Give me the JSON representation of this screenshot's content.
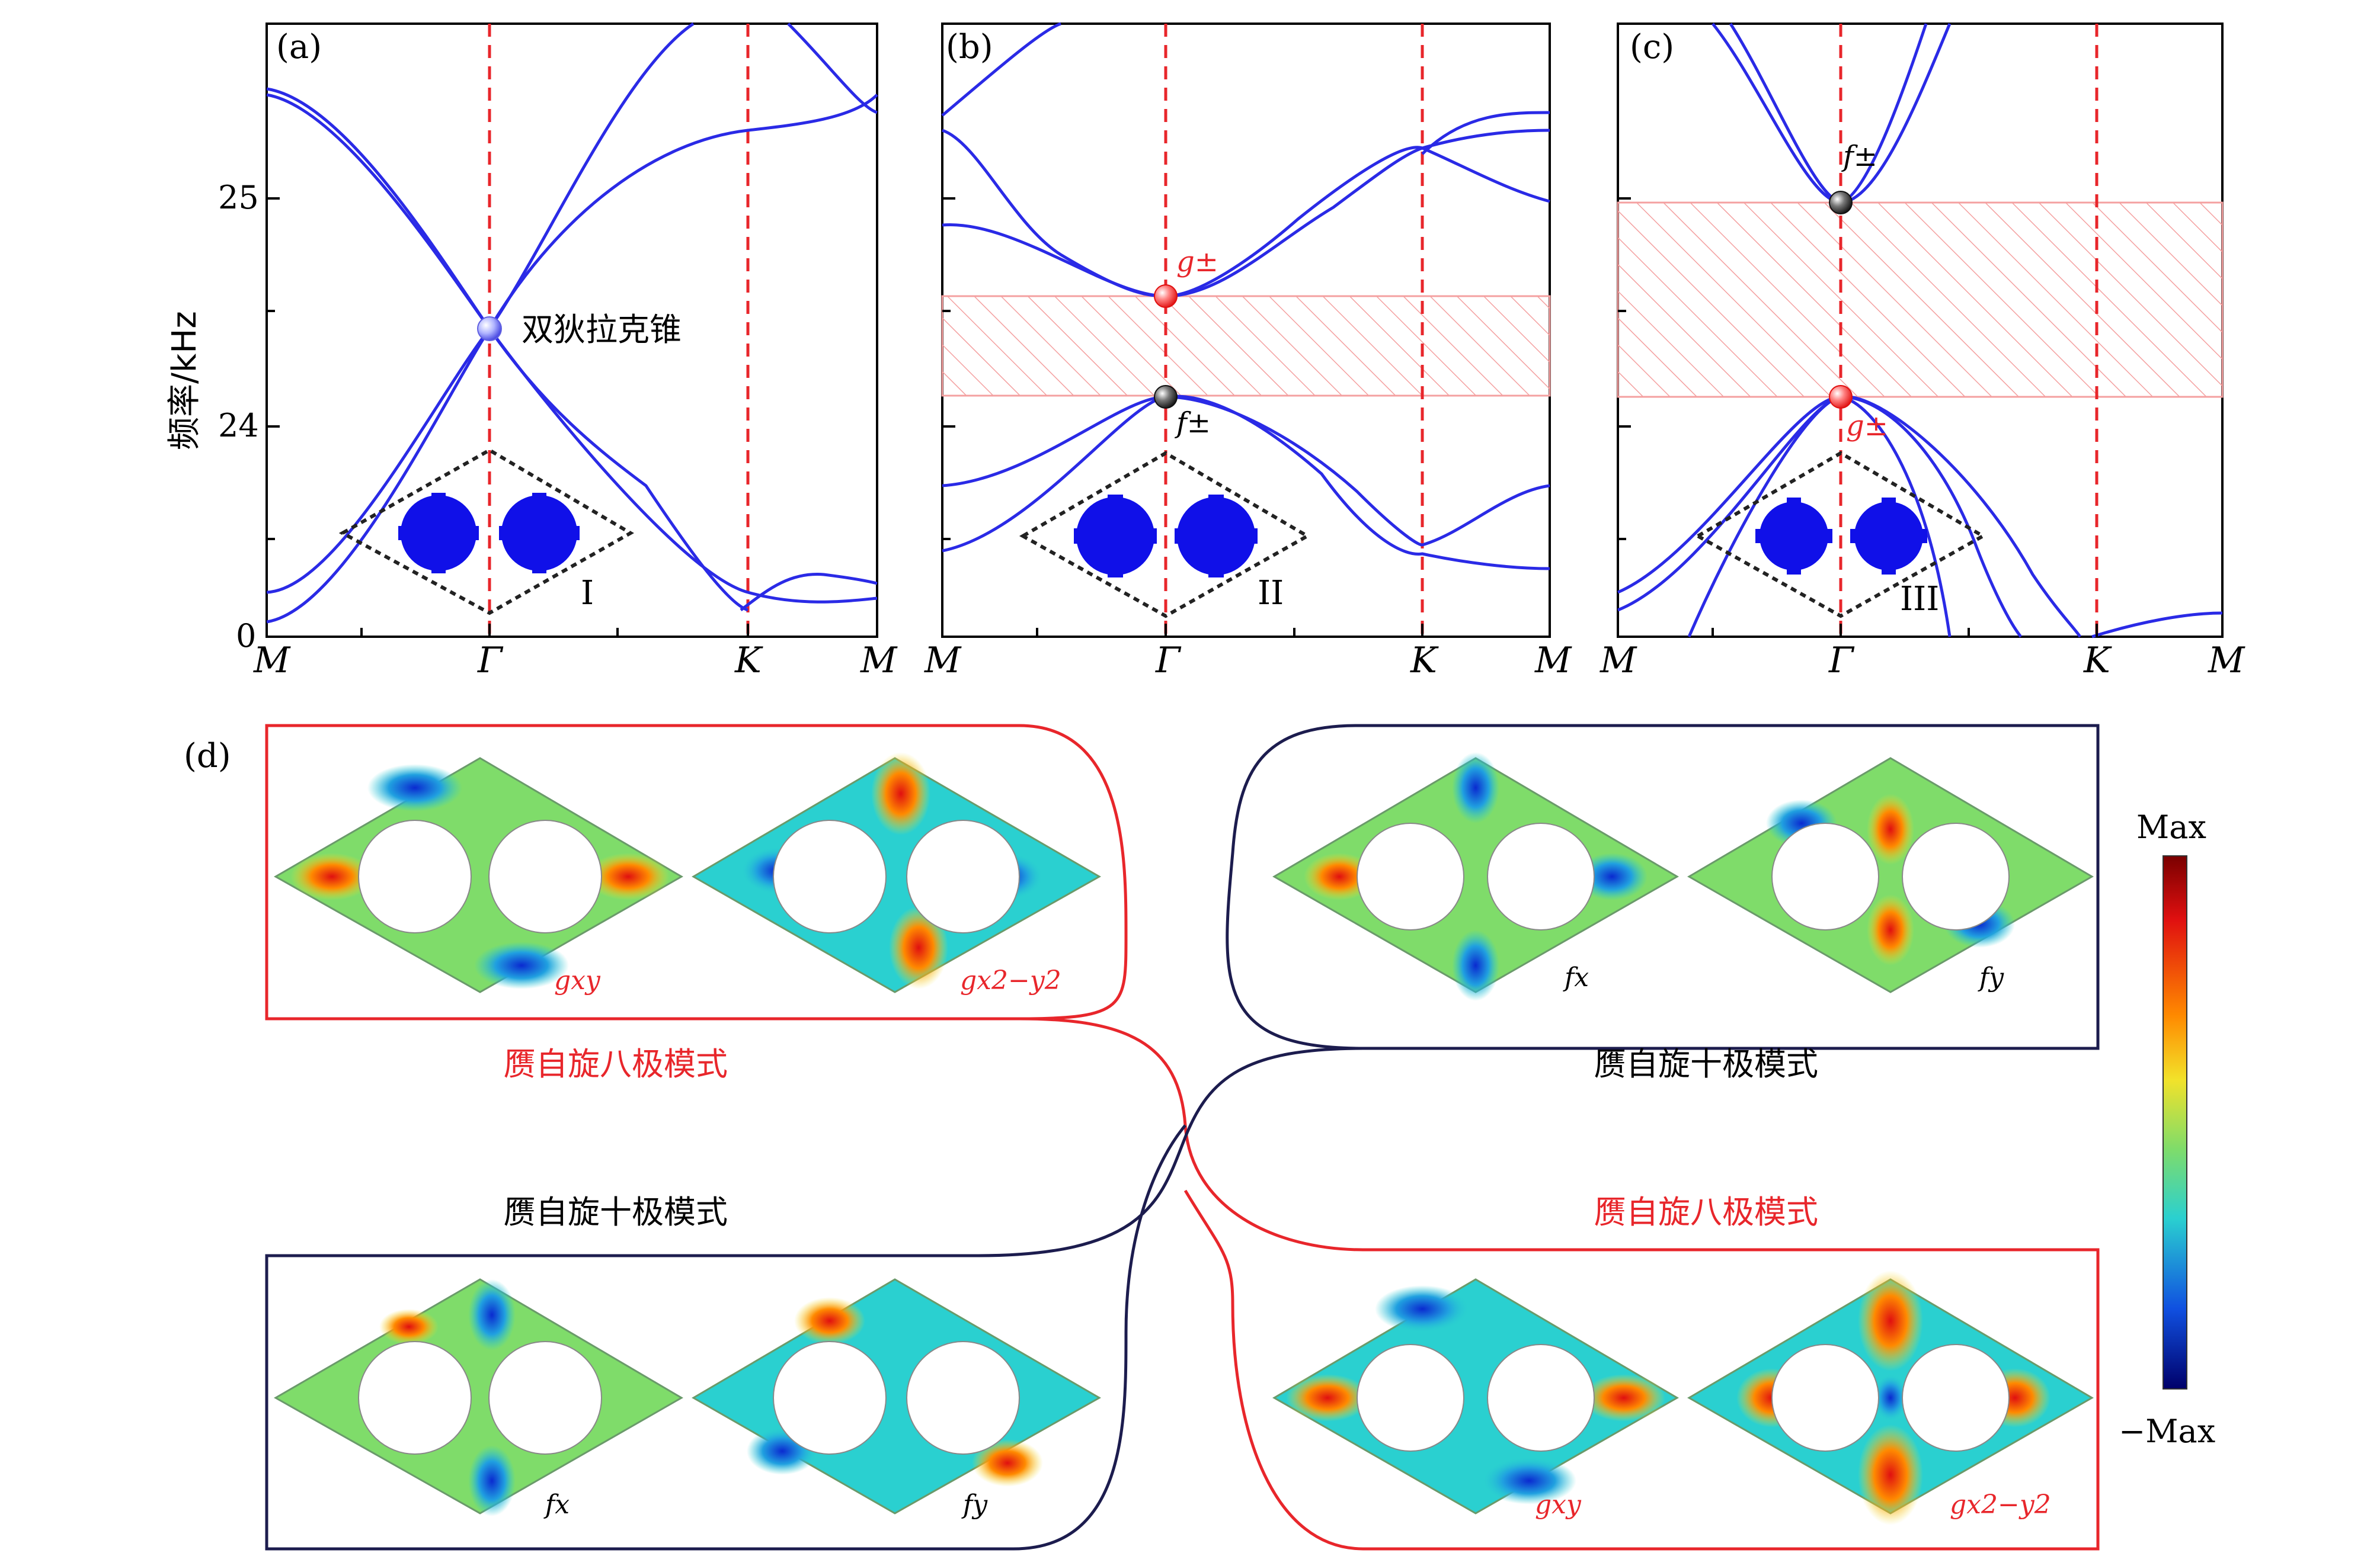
{
  "colors": {
    "band": "#2a2ae6",
    "red": "#e8262b",
    "navy": "#1c1c4e",
    "rod": "#1010e8",
    "hatch": "#f4a0a0"
  },
  "ylabel": "频率/kHz",
  "ytick_labels": [
    "25",
    "24",
    "0"
  ],
  "xtick_labels": [
    "M",
    "Γ",
    "K",
    "M"
  ],
  "panels": [
    {
      "tag": "(a)",
      "unit_label": "I",
      "dirac_label": "双狄拉克锥"
    },
    {
      "tag": "(b)",
      "unit_label": "II",
      "upper_label": "g±",
      "lower_label": "f±"
    },
    {
      "tag": "(c)",
      "unit_label": "III",
      "upper_label": "f±",
      "lower_label": "g±"
    }
  ],
  "panel_d": {
    "tag": "(d)",
    "top_left": {
      "title": "赝自旋八极模式",
      "labels": [
        "gxy",
        "gx2−y2"
      ]
    },
    "top_right": {
      "title": "赝自旋十极模式",
      "labels": [
        "fx",
        "fy"
      ]
    },
    "bottom_left": {
      "title": "赝自旋十极模式",
      "labels": [
        "fx",
        "fy"
      ]
    },
    "bottom_right": {
      "title": "赝自旋八极模式",
      "labels": [
        "gxy",
        "gx2−y2"
      ]
    },
    "colorbar": {
      "max": "Max",
      "min": "−Max"
    }
  }
}
